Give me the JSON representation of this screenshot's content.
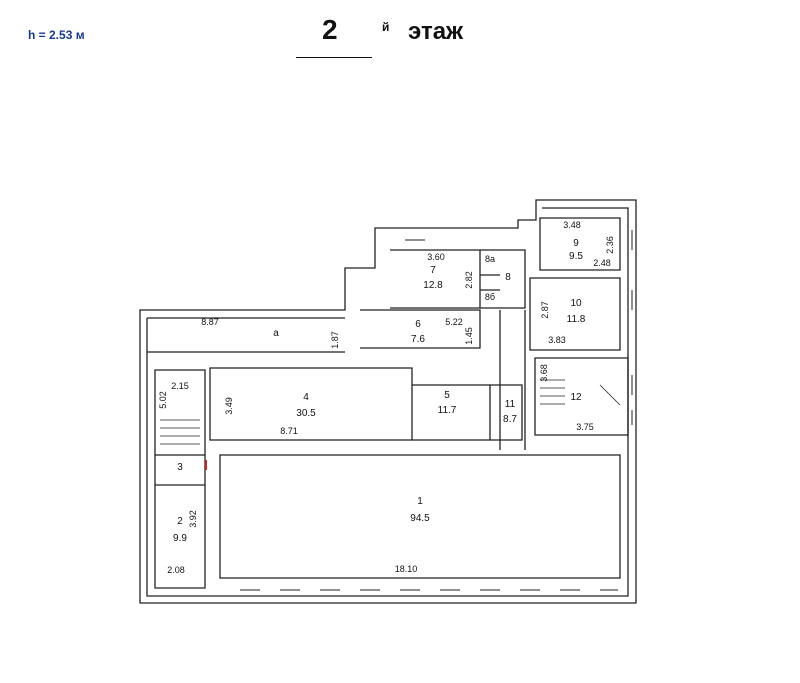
{
  "header": {
    "height_label": "h = 2.53 м",
    "floor_number": "2",
    "floor_suffix": "й",
    "floor_word": "этаж"
  },
  "rooms": [
    {
      "number": "1",
      "area": "94.5"
    },
    {
      "number": "2",
      "area": "9.9"
    },
    {
      "number": "3"
    },
    {
      "number": "4",
      "area": "30.5"
    },
    {
      "number": "5",
      "area": "11.7"
    },
    {
      "number": "6",
      "area": "7.6"
    },
    {
      "number": "7",
      "area": "12.8"
    },
    {
      "number": "8"
    },
    {
      "number": "8а"
    },
    {
      "number": "8б"
    },
    {
      "number": "9",
      "area": "9.5"
    },
    {
      "number": "10",
      "area": "11.8"
    },
    {
      "number": "11",
      "area": "8.7"
    },
    {
      "number": "12"
    },
    {
      "number": "а"
    }
  ],
  "dimensions": {
    "d_887": "8.87",
    "d_215": "2.15",
    "d_502": "5.02",
    "d_349": "3.49",
    "d_871": "8.71",
    "d_187": "1.87",
    "d_522": "5.22",
    "d_145": "1.45",
    "d_360": "3.60",
    "d_282": "2.82",
    "d_348": "3.48",
    "d_236": "2.36",
    "d_248": "2.48",
    "d_287": "2.87",
    "d_383": "3.83",
    "d_368": "3.68",
    "d_375": "3.75",
    "d_392": "3.92",
    "d_208": "2.08",
    "d_1810": "18.10"
  },
  "colors": {
    "line": "#222222",
    "height_label": "#1a3a8a",
    "stair_marker": "#cc2222"
  }
}
